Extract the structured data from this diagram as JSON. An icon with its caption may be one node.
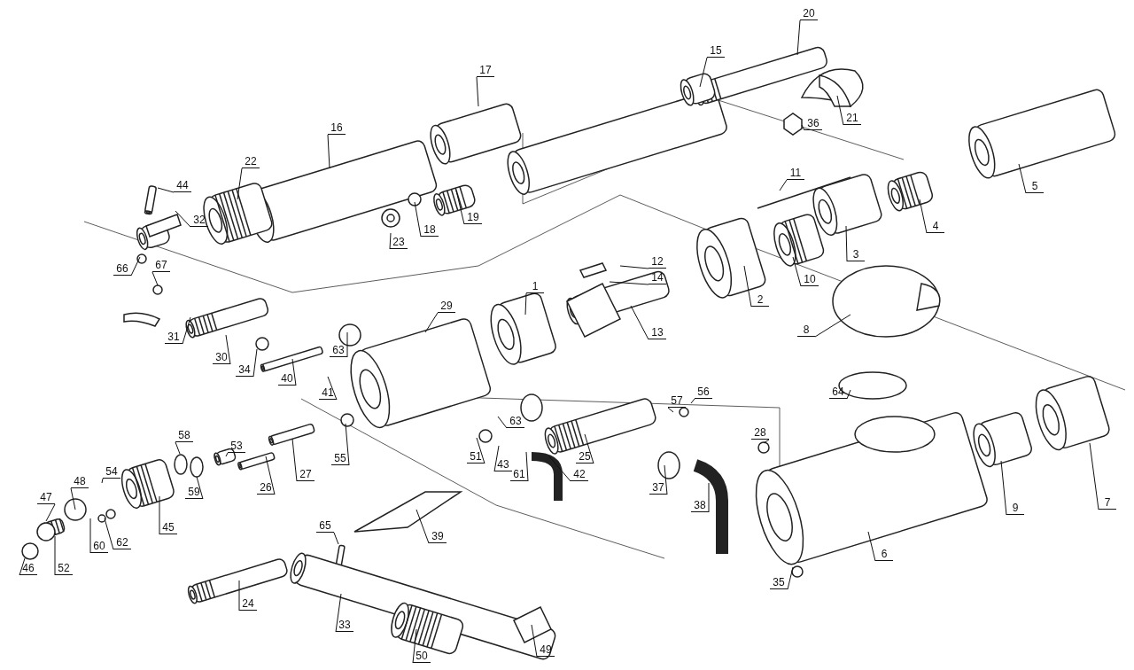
{
  "diagram": {
    "nodes": [
      {
        "text": [
          "20"
        ]
      },
      {
        "text": [
          "15"
        ]
      },
      {
        "text": [
          "17"
        ]
      },
      {
        "text": [
          "21"
        ]
      },
      {
        "text": [
          "36"
        ]
      },
      {
        "text": [
          "16"
        ]
      },
      {
        "text": [
          "22"
        ]
      },
      {
        "text": [
          "11"
        ]
      },
      {
        "text": [
          "5"
        ]
      },
      {
        "text": [
          "44"
        ]
      },
      {
        "text": [
          "19"
        ]
      },
      {
        "text": [
          "32"
        ]
      },
      {
        "text": [
          "4"
        ]
      },
      {
        "text": [
          "18"
        ]
      },
      {
        "text": [
          "23"
        ]
      },
      {
        "text": [
          "3"
        ]
      },
      {
        "text": [
          "12"
        ]
      },
      {
        "text": [
          "66"
        ]
      },
      {
        "text": [
          "67"
        ]
      },
      {
        "text": [
          "14"
        ]
      },
      {
        "text": [
          "10"
        ]
      },
      {
        "text": [
          "1"
        ]
      },
      {
        "text": [
          "2"
        ]
      },
      {
        "text": [
          "29"
        ]
      },
      {
        "text": [
          "8"
        ]
      },
      {
        "text": [
          "13"
        ]
      },
      {
        "text": [
          "31"
        ]
      },
      {
        "text": [
          "63"
        ]
      },
      {
        "text": [
          "30"
        ]
      },
      {
        "text": [
          "34"
        ]
      },
      {
        "text": [
          "40"
        ]
      },
      {
        "text": [
          "41"
        ]
      },
      {
        "text": [
          "64"
        ]
      },
      {
        "text": [
          "56"
        ]
      },
      {
        "text": [
          "57"
        ]
      },
      {
        "text": [
          "25"
        ]
      },
      {
        "text": [
          "63"
        ]
      },
      {
        "text": [
          "28"
        ]
      },
      {
        "text": [
          "58"
        ]
      },
      {
        "text": [
          "53"
        ]
      },
      {
        "text": [
          "55"
        ]
      },
      {
        "text": [
          "51"
        ]
      },
      {
        "text": [
          "43"
        ]
      },
      {
        "text": [
          "61"
        ]
      },
      {
        "text": [
          "42"
        ]
      },
      {
        "text": [
          "54"
        ]
      },
      {
        "text": [
          "48"
        ]
      },
      {
        "text": [
          "27"
        ]
      },
      {
        "text": [
          "26"
        ]
      },
      {
        "text": [
          "37"
        ]
      },
      {
        "text": [
          "59"
        ]
      },
      {
        "text": [
          "47"
        ]
      },
      {
        "text": [
          "38"
        ]
      },
      {
        "text": [
          "7"
        ]
      },
      {
        "text": [
          "9"
        ]
      },
      {
        "text": [
          "65"
        ]
      },
      {
        "text": [
          "45"
        ]
      },
      {
        "text": [
          "39"
        ]
      },
      {
        "text": [
          "62"
        ]
      },
      {
        "text": [
          "60"
        ]
      },
      {
        "text": [
          "6"
        ]
      },
      {
        "text": [
          "46"
        ]
      },
      {
        "text": [
          "52"
        ]
      },
      {
        "text": [
          "35"
        ]
      },
      {
        "text": [
          "24"
        ]
      },
      {
        "text": [
          "33"
        ]
      },
      {
        "text": [
          "50"
        ]
      },
      {
        "text": [
          "49"
        ]
      }
    ],
    "edges": [
      {
        "from": 0,
        "to": null,
        "arrow": "none"
      },
      {
        "from": 1,
        "to": null,
        "arrow": "none"
      },
      {
        "from": 2,
        "to": null,
        "arrow": "none"
      },
      {
        "from": 3,
        "to": null,
        "arrow": "none"
      },
      {
        "from": 4,
        "to": null,
        "arrow": "none"
      },
      {
        "from": 5,
        "to": null,
        "arrow": "none"
      },
      {
        "from": 6,
        "to": null,
        "arrow": "none"
      },
      {
        "from": 7,
        "to": null,
        "arrow": "none"
      },
      {
        "from": 8,
        "to": null,
        "arrow": "none"
      },
      {
        "from": 9,
        "to": null,
        "arrow": "none"
      },
      {
        "from": 10,
        "to": null,
        "arrow": "none"
      },
      {
        "from": 11,
        "to": null,
        "arrow": "none"
      },
      {
        "from": 12,
        "to": null,
        "arrow": "none"
      },
      {
        "from": 13,
        "to": null,
        "arrow": "none"
      },
      {
        "from": 14,
        "to": null,
        "arrow": "none"
      },
      {
        "from": 15,
        "to": null,
        "arrow": "none"
      },
      {
        "from": 16,
        "to": null,
        "arrow": "none"
      },
      {
        "from": 17,
        "to": null,
        "arrow": "none"
      },
      {
        "from": 18,
        "to": null,
        "arrow": "none"
      },
      {
        "from": 19,
        "to": null,
        "arrow": "none"
      },
      {
        "from": 20,
        "to": null,
        "arrow": "none"
      },
      {
        "from": 21,
        "to": null,
        "arrow": "none"
      },
      {
        "from": 22,
        "to": null,
        "arrow": "none"
      },
      {
        "from": 23,
        "to": null,
        "arrow": "none"
      },
      {
        "from": 24,
        "to": null,
        "arrow": "none"
      },
      {
        "from": 25,
        "to": null,
        "arrow": "none"
      },
      {
        "from": 26,
        "to": null,
        "arrow": "none"
      },
      {
        "from": 27,
        "to": null,
        "arrow": "none"
      },
      {
        "from": 28,
        "to": null,
        "arrow": "none"
      },
      {
        "from": 29,
        "to": null,
        "arrow": "none"
      },
      {
        "from": 30,
        "to": null,
        "arrow": "none"
      },
      {
        "from": 31,
        "to": null,
        "arrow": "none"
      },
      {
        "from": 32,
        "to": null,
        "arrow": "none"
      },
      {
        "from": 33,
        "to": null,
        "arrow": "none"
      },
      {
        "from": 34,
        "to": null,
        "arrow": "none"
      },
      {
        "from": 35,
        "to": null,
        "arrow": "none"
      },
      {
        "from": 36,
        "to": null,
        "arrow": "none"
      },
      {
        "from": 37,
        "to": null,
        "arrow": "none"
      },
      {
        "from": 38,
        "to": null,
        "arrow": "none"
      },
      {
        "from": 39,
        "to": null,
        "arrow": "none"
      },
      {
        "from": 40,
        "to": null,
        "arrow": "none"
      },
      {
        "from": 41,
        "to": null,
        "arrow": "none"
      },
      {
        "from": 42,
        "to": null,
        "arrow": "none"
      },
      {
        "from": 43,
        "to": null,
        "arrow": "none"
      },
      {
        "from": 44,
        "to": null,
        "arrow": "none"
      },
      {
        "from": 45,
        "to": null,
        "arrow": "none"
      },
      {
        "from": 46,
        "to": null,
        "arrow": "none"
      },
      {
        "from": 47,
        "to": null,
        "arrow": "none"
      },
      {
        "from": 48,
        "to": null,
        "arrow": "none"
      },
      {
        "from": 49,
        "to": null,
        "arrow": "none"
      },
      {
        "from": 50,
        "to": null,
        "arrow": "none"
      },
      {
        "from": 51,
        "to": null,
        "arrow": "none"
      },
      {
        "from": 52,
        "to": null,
        "arrow": "none"
      },
      {
        "from": 53,
        "to": null,
        "arrow": "none"
      },
      {
        "from": 54,
        "to": null,
        "arrow": "none"
      },
      {
        "from": 55,
        "to": null,
        "arrow": "none"
      },
      {
        "from": 56,
        "to": null,
        "arrow": "none"
      },
      {
        "from": 57,
        "to": null,
        "arrow": "none"
      },
      {
        "from": 58,
        "to": null,
        "arrow": "none"
      },
      {
        "from": 59,
        "to": null,
        "arrow": "none"
      },
      {
        "from": 60,
        "to": null,
        "arrow": "none"
      },
      {
        "from": 61,
        "to": null,
        "arrow": "none"
      },
      {
        "from": 62,
        "to": null,
        "arrow": "none"
      },
      {
        "from": 63,
        "to": null,
        "arrow": "none"
      },
      {
        "from": 64,
        "to": null,
        "arrow": "none"
      },
      {
        "from": 65,
        "to": null,
        "arrow": "none"
      },
      {
        "from": 66,
        "to": null,
        "arrow": "none"
      },
      {
        "from": 67,
        "to": null,
        "arrow": "none"
      }
    ]
  }
}
